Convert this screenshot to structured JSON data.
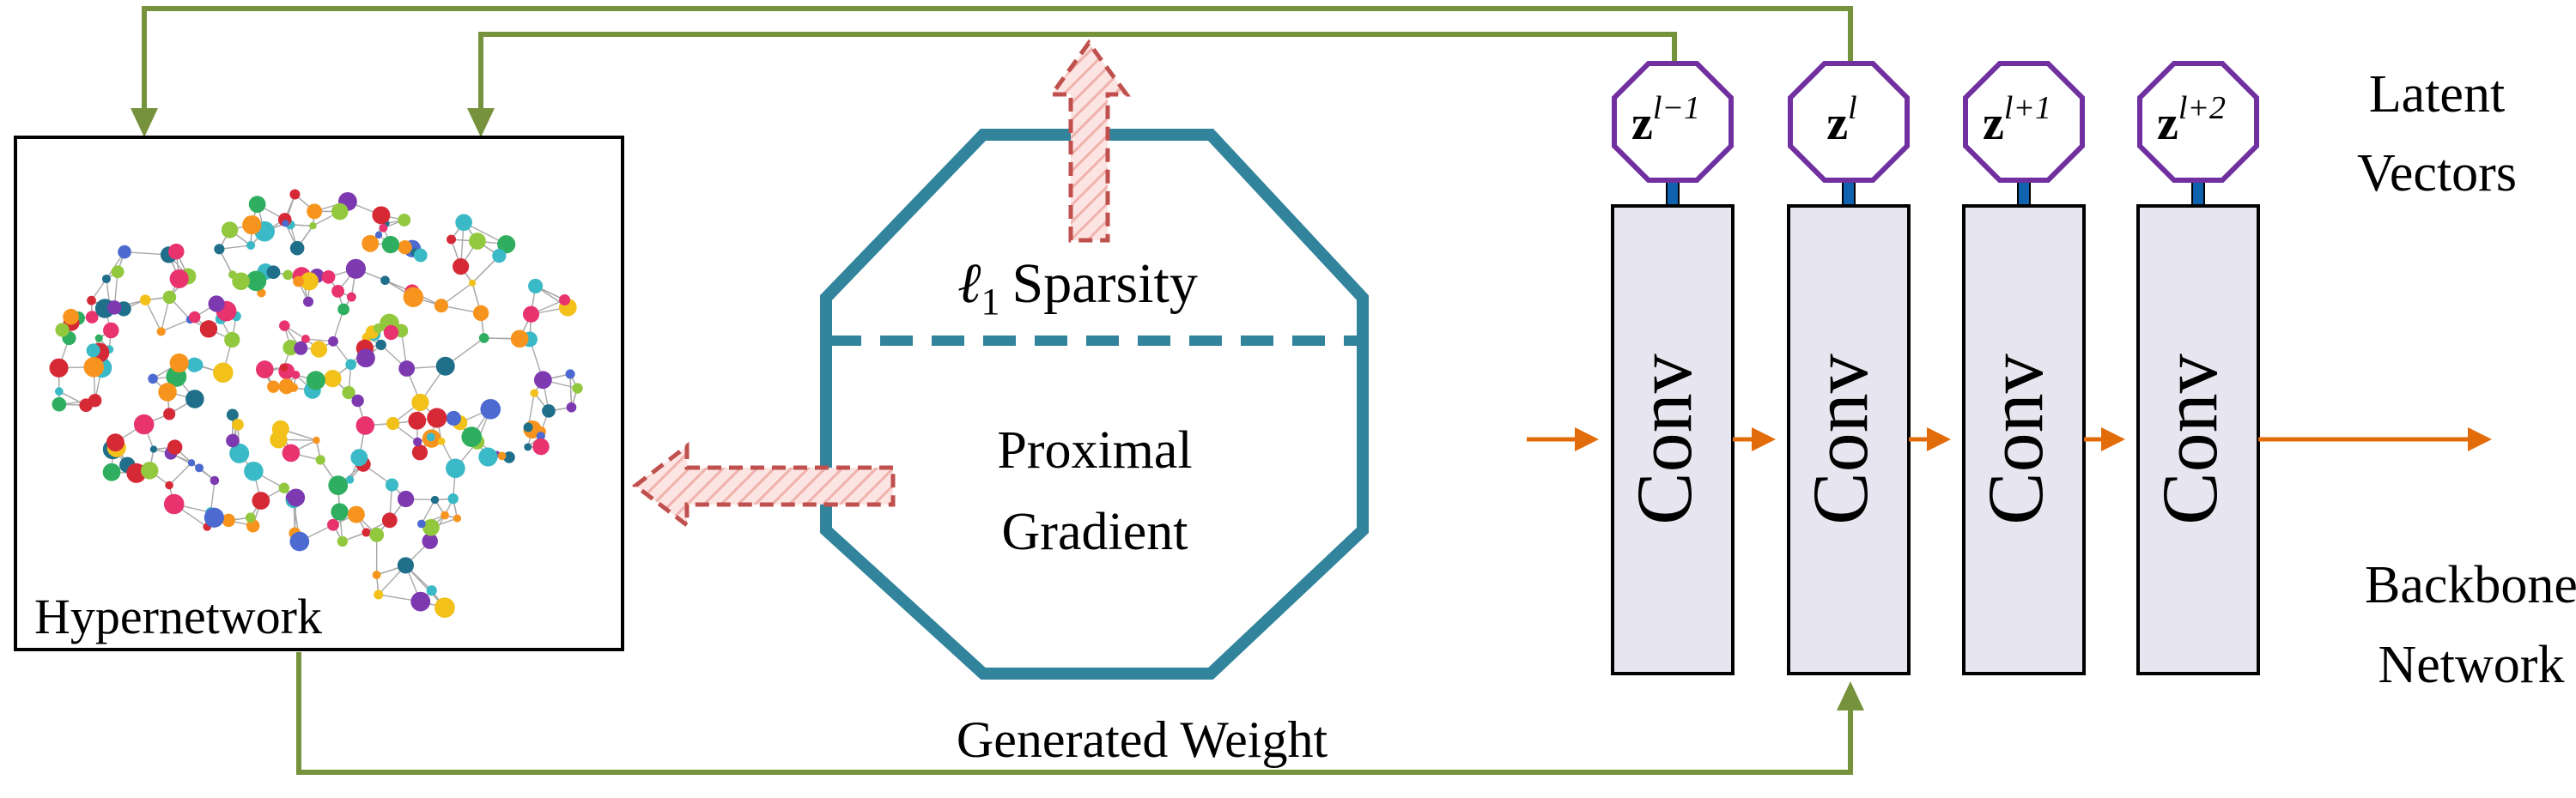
{
  "hypernetwork": {
    "label": "Hypernetwork"
  },
  "proximal_block": {
    "sparsity_symbol": "ℓ",
    "sparsity_subscript": "1",
    "sparsity_word": "Sparsity",
    "gradient_line1": "Proximal",
    "gradient_line2": "Gradient"
  },
  "generated_weight": "Generated Weight",
  "latent_vectors": {
    "title_line1": "Latent",
    "title_line2": "Vectors",
    "items": [
      {
        "base": "z",
        "sup": "l−1"
      },
      {
        "base": "z",
        "sup": "l"
      },
      {
        "base": "z",
        "sup": "l+1"
      },
      {
        "base": "z",
        "sup": "l+2"
      }
    ]
  },
  "backbone": {
    "layer_label": "Conv",
    "title_line1": "Backbone",
    "title_line2": "Network"
  },
  "colors": {
    "green_arrow": "#76923c",
    "teal_octagon": "#31849b",
    "orange_arrow": "#e36c0a",
    "purple_octagon": "#7030a0",
    "conv_fill": "#e7e5ef",
    "red_dash_arrow": "#c0504d",
    "connector_blue": "#0f62ad"
  }
}
